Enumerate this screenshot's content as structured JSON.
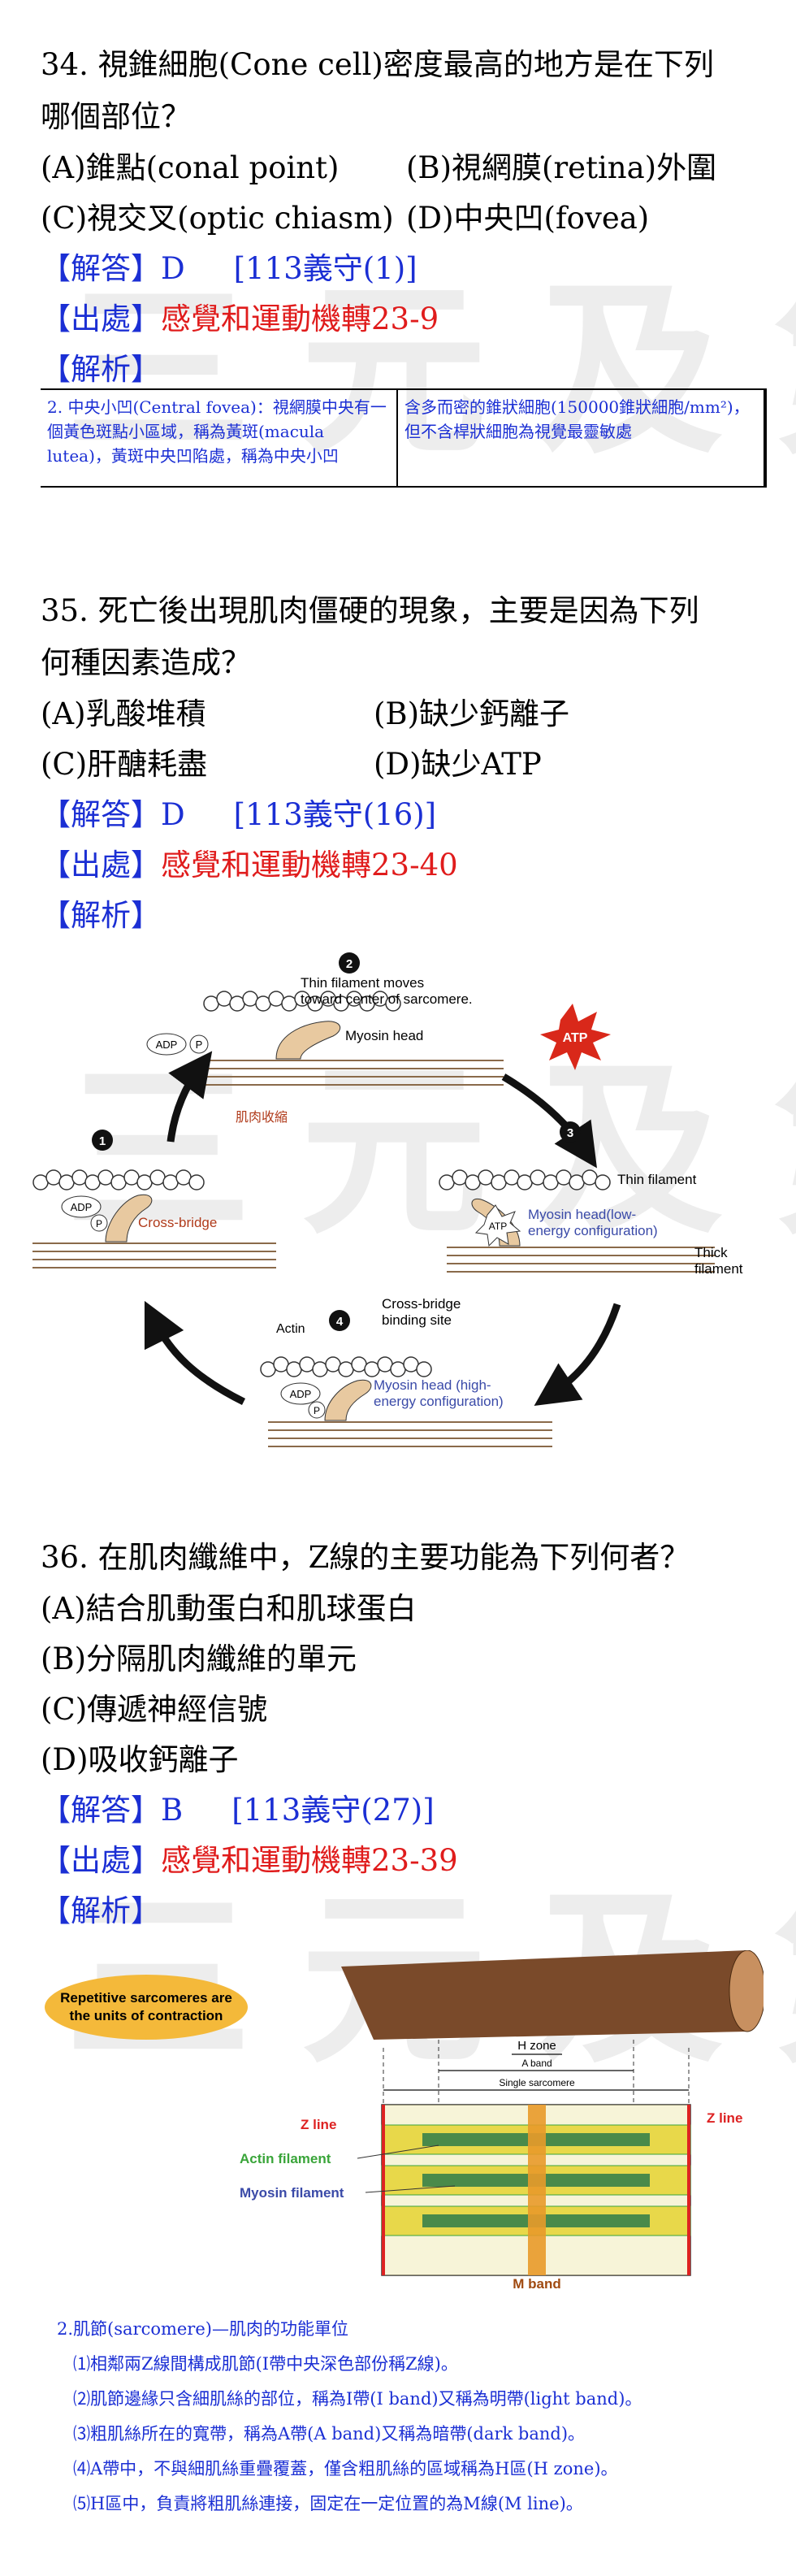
{
  "watermark": "三元及第",
  "q34": {
    "stem_line1": "34. 視錐細胞(Cone cell)密度最高的地方是在下列",
    "stem_line2": "哪個部位？",
    "opt_a": "(A)錐點(conal point)",
    "opt_b": "(B)視網膜(retina)外圍",
    "opt_c": "(C)視交叉(optic chiasm)",
    "opt_d": "(D)中央凹(fovea)",
    "answer_label": "【解答】D",
    "answer_source": "[113義守(1)]",
    "origin_label": "【出處】",
    "origin_value": "感覺和運動機轉23-9",
    "explain_label": "【解析】",
    "table_col1": "2. 中央小凹(Central fovea)：視網膜中央有一個黃色斑點小區域，稱為黃斑(macula lutea)，黃斑中央凹陷處，稱為中央小凹",
    "table_col2": "含多而密的錐狀細胞(150000錐狀細胞/mm²)，但不含桿狀細胞為視覺最靈敏處"
  },
  "q35": {
    "stem_line1": "35. 死亡後出現肌肉僵硬的現象，主要是因為下列",
    "stem_line2": "何種因素造成？",
    "opt_a": "(A)乳酸堆積",
    "opt_b": "(B)缺少鈣離子",
    "opt_c": "(C)肝醣耗盡",
    "opt_d": "(D)缺少ATP",
    "answer_label": "【解答】D",
    "answer_source": "[113義守(16)]",
    "origin_label": "【出處】",
    "origin_value": "感覺和運動機轉23-40",
    "explain_label": "【解析】",
    "figure": {
      "step1": "1",
      "step2": "2",
      "step3": "3",
      "step4": "4",
      "thin_moves_1": "Thin filament moves",
      "thin_moves_2": "toward center of sarcomere.",
      "myosin_head": "Myosin head",
      "adp": "ADP",
      "p": "P",
      "atp": "ATP",
      "muscle_contract": "肌肉收縮",
      "cross_bridge": "Cross-bridge",
      "thin_filament": "Thin filament",
      "myosin_low_1": "Myosin head(low-",
      "myosin_low_2": "energy configuration)",
      "thick_1": "Thick",
      "thick_2": "filament",
      "binding_1": "Cross-bridge",
      "binding_2": "binding site",
      "actin": "Actin",
      "myosin_high_1": "Myosin head (high-",
      "myosin_high_2": "energy configuration)"
    }
  },
  "q36": {
    "stem_line1": "36. 在肌肉纖維中，Z線的主要功能為下列何者？",
    "opt_a": "(A)結合肌動蛋白和肌球蛋白",
    "opt_b": "(B)分隔肌肉纖維的單元",
    "opt_c": "(C)傳遞神經信號",
    "opt_d": "(D)吸收鈣離子",
    "answer_label": "【解答】B",
    "answer_source": "[113義守(27)]",
    "origin_label": "【出處】",
    "origin_value": "感覺和運動機轉23-39",
    "explain_label": "【解析】",
    "figure": {
      "bubble_1": "Repetitive sarcomeres are",
      "bubble_2": "the units of contraction",
      "h_zone": "H zone",
      "a_band": "A band",
      "single_sarcomere": "Single sarcomere",
      "z_line_left": "Z line",
      "z_line_right": "Z line",
      "actin_filament": "Actin filament",
      "myosin_filament": "Myosin filament",
      "m_band": "M band"
    },
    "notes": [
      "2.肌節(sarcomere)—肌肉的功能單位",
      "⑴相鄰兩Z線間構成肌節(I帶中央深色部份稱Z線)。",
      "⑵肌節邊緣只含細肌絲的部位，稱為I帶(I band)又稱為明帶(light band)。",
      "⑶粗肌絲所在的寬帶，稱為A帶(A band)又稱為暗帶(dark band)。",
      "⑷A帶中，不與細肌絲重疊覆蓋，僅含粗肌絲的區域稱為H區(H zone)。",
      "⑸H區中，負責將粗肌絲連接，固定在一定位置的為M線(M line)。"
    ]
  },
  "colors": {
    "blue": "#1b2fd4",
    "red": "#e01c1c",
    "filament": "#e8c9a0",
    "yellow": "#e8d84a",
    "green": "#3aa53a"
  }
}
